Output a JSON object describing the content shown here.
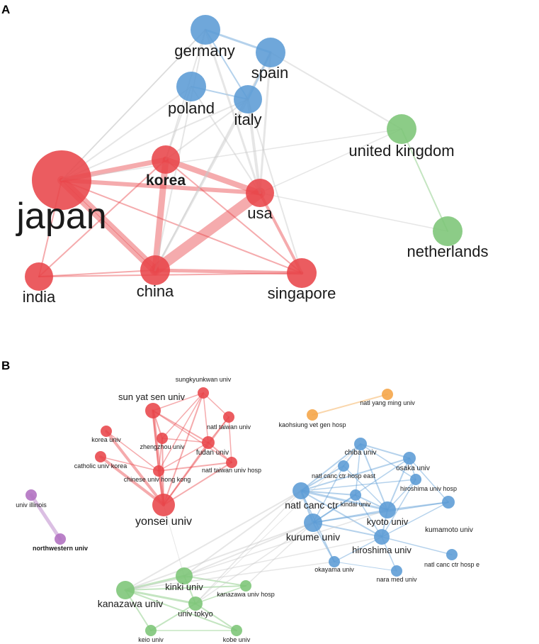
{
  "panel_a": {
    "letter": "A",
    "colors": {
      "red": "#e8454a",
      "blue": "#5b9bd5",
      "green": "#7cc576",
      "gray": "#c8c8c8"
    },
    "nodes": [
      {
        "id": "germany",
        "label": "germany",
        "cluster": "blue"
      },
      {
        "id": "spain",
        "label": "spain",
        "cluster": "blue"
      },
      {
        "id": "poland",
        "label": "poland",
        "cluster": "blue"
      },
      {
        "id": "italy",
        "label": "italy",
        "cluster": "blue"
      },
      {
        "id": "united-kingdom",
        "label": "united kingdom",
        "cluster": "green"
      },
      {
        "id": "netherlands",
        "label": "netherlands",
        "cluster": "green"
      },
      {
        "id": "japan",
        "label": "japan",
        "cluster": "red"
      },
      {
        "id": "korea",
        "label": "korea",
        "cluster": "red"
      },
      {
        "id": "usa",
        "label": "usa",
        "cluster": "red"
      },
      {
        "id": "india",
        "label": "india",
        "cluster": "red"
      },
      {
        "id": "china",
        "label": "china",
        "cluster": "red"
      },
      {
        "id": "singapore",
        "label": "singapore",
        "cluster": "red"
      }
    ]
  },
  "panel_b": {
    "letter": "B",
    "colors": {
      "red": "#e8454a",
      "blue": "#5b9bd5",
      "green": "#7cc576",
      "orange": "#f5a445",
      "purple": "#b070c0",
      "gray": "#c8c8c8"
    },
    "nodes": [
      {
        "id": "sungkyunkwan",
        "label": "sungkyunkwan univ",
        "cluster": "red"
      },
      {
        "id": "sun-yat-sen",
        "label": "sun yat sen univ",
        "cluster": "red"
      },
      {
        "id": "natl-taiwan",
        "label": "natl taiwan univ",
        "cluster": "red"
      },
      {
        "id": "korea-univ",
        "label": "korea univ",
        "cluster": "red"
      },
      {
        "id": "zhengzhou",
        "label": "zhengzhou univ",
        "cluster": "red"
      },
      {
        "id": "fudan",
        "label": "fudan univ",
        "cluster": "red"
      },
      {
        "id": "catholic-korea",
        "label": "catholic univ korea",
        "cluster": "red"
      },
      {
        "id": "natl-taiwan-hosp",
        "label": "natl taiwan univ hosp",
        "cluster": "red"
      },
      {
        "id": "chinese-hk",
        "label": "chinese univ hong kong",
        "cluster": "red"
      },
      {
        "id": "yonsei",
        "label": "yonsei univ",
        "cluster": "red"
      },
      {
        "id": "natl-yang-ming",
        "label": "natl yang ming univ",
        "cluster": "orange"
      },
      {
        "id": "kaohsiung",
        "label": "kaohsiung vet gen hosp",
        "cluster": "orange"
      },
      {
        "id": "chiba",
        "label": "chiba univ",
        "cluster": "blue"
      },
      {
        "id": "osaka",
        "label": "osaka univ",
        "cluster": "blue"
      },
      {
        "id": "natl-canc-east",
        "label": "natl canc ctr hosp east",
        "cluster": "blue"
      },
      {
        "id": "hiroshima-hosp",
        "label": "hiroshima univ hosp",
        "cluster": "blue"
      },
      {
        "id": "kindai",
        "label": "kindai univ",
        "cluster": "blue"
      },
      {
        "id": "natl-canc",
        "label": "natl canc ctr",
        "cluster": "blue"
      },
      {
        "id": "kyoto",
        "label": "kyoto univ",
        "cluster": "blue"
      },
      {
        "id": "kumamoto",
        "label": "kumamoto univ",
        "cluster": "blue"
      },
      {
        "id": "kurume",
        "label": "kurume univ",
        "cluster": "blue"
      },
      {
        "id": "hiroshima",
        "label": "hiroshima univ",
        "cluster": "blue"
      },
      {
        "id": "natl-canc-hosp-e",
        "label": "natl canc ctr hosp e",
        "cluster": "blue"
      },
      {
        "id": "okayama",
        "label": "okayama univ",
        "cluster": "blue"
      },
      {
        "id": "nara",
        "label": "nara med univ",
        "cluster": "blue"
      },
      {
        "id": "univ-illinois",
        "label": "univ illinois",
        "cluster": "purple"
      },
      {
        "id": "northwestern",
        "label": "northwestern univ",
        "cluster": "purple"
      },
      {
        "id": "kinki",
        "label": "kinki univ",
        "cluster": "green"
      },
      {
        "id": "kanazawa-hosp",
        "label": "kanazawa univ hosp",
        "cluster": "green"
      },
      {
        "id": "kanazawa",
        "label": "kanazawa univ",
        "cluster": "green"
      },
      {
        "id": "univ-tokyo",
        "label": "univ tokyo",
        "cluster": "green"
      },
      {
        "id": "keio",
        "label": "keio univ",
        "cluster": "green"
      },
      {
        "id": "kobe",
        "label": "kobe univ",
        "cluster": "green"
      }
    ]
  }
}
